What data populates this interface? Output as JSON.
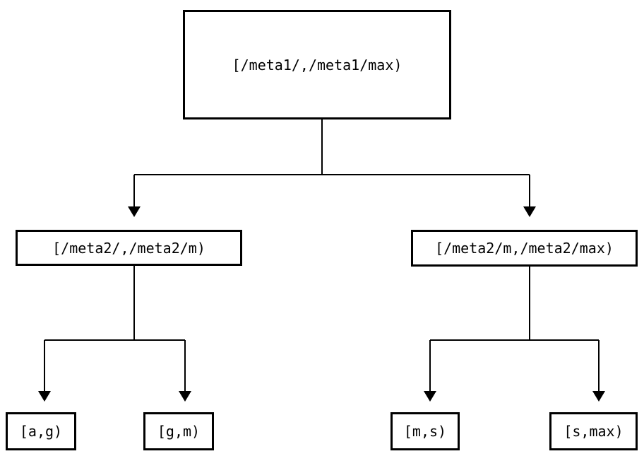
{
  "diagram": {
    "type": "tree",
    "colors": {
      "background": "#ffffff",
      "line": "#000000",
      "text": "#000000"
    },
    "nodes": {
      "root": {
        "label": "[/meta1/,/meta1/max)"
      },
      "meta2_low": {
        "label": "[/meta2/,/meta2/m)"
      },
      "meta2_high": {
        "label": "[/meta2/m,/meta2/max)"
      },
      "leaf_a_g": {
        "label": "[a,g)"
      },
      "leaf_g_m": {
        "label": "[g,m)"
      },
      "leaf_m_s": {
        "label": "[m,s)"
      },
      "leaf_s_max": {
        "label": "[s,max)"
      }
    },
    "edges": [
      [
        "root",
        "meta2_low"
      ],
      [
        "root",
        "meta2_high"
      ],
      [
        "meta2_low",
        "leaf_a_g"
      ],
      [
        "meta2_low",
        "leaf_g_m"
      ],
      [
        "meta2_high",
        "leaf_m_s"
      ],
      [
        "meta2_high",
        "leaf_s_max"
      ]
    ]
  }
}
